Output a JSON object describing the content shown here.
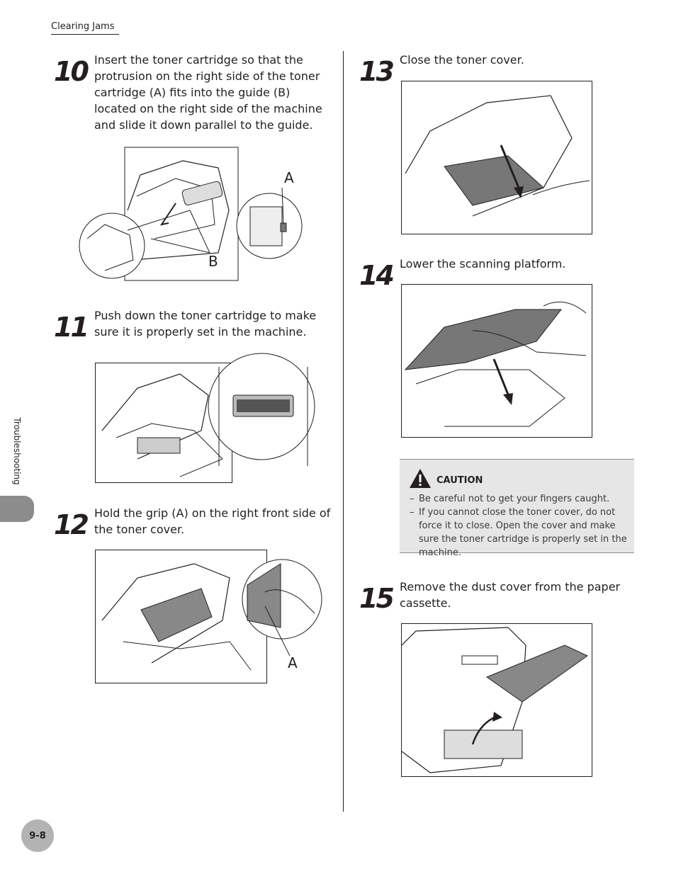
{
  "header": {
    "title": "Clearing Jams"
  },
  "sidebar": {
    "section_label": "Troubleshooting"
  },
  "footer": {
    "page_number": "9-8"
  },
  "steps": [
    {
      "number": "10",
      "text": "Insert the toner cartridge so that the protrusion on the right side of the toner cartridge (A) fits into the guide (B) located on the right side of the machine and slide it down parallel to the guide.",
      "labels": [
        "A",
        "B"
      ]
    },
    {
      "number": "11",
      "text": "Push down the toner cartridge to make sure it is properly set in the machine."
    },
    {
      "number": "12",
      "text": "Hold the grip (A) on the right front side of the toner cover.",
      "labels": [
        "A"
      ]
    },
    {
      "number": "13",
      "text": "Close the toner cover."
    },
    {
      "number": "14",
      "text": "Lower the scanning platform."
    },
    {
      "number": "15",
      "text": "Remove the dust cover from the paper cassette."
    }
  ],
  "caution": {
    "title": "CAUTION",
    "items": [
      "Be careful not to get your fingers caught.",
      "If you cannot close the toner cover, do not force it to close. Open the cover and make sure the toner cartridge is properly set in the machine."
    ]
  }
}
